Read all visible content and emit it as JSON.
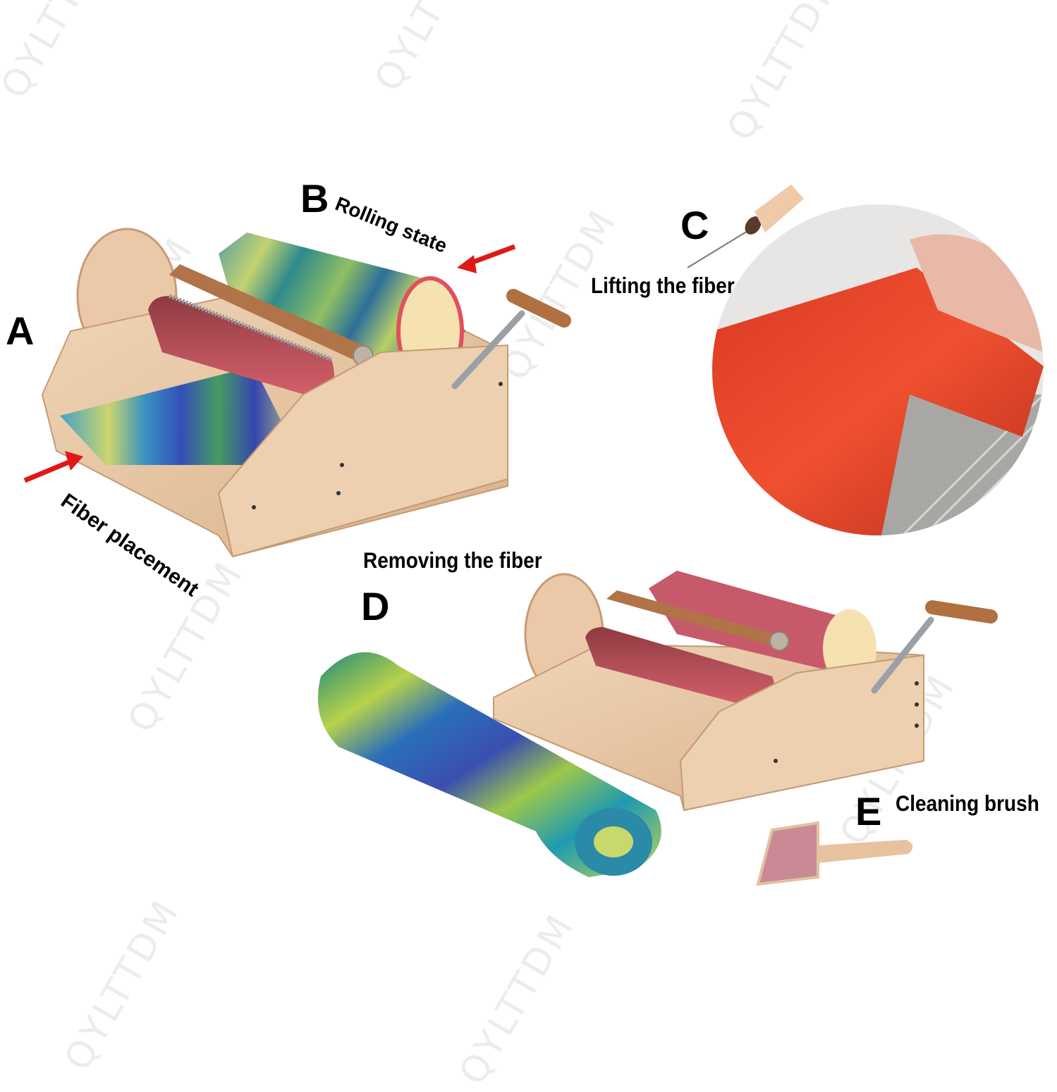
{
  "watermark": "QYLTTDM",
  "steps": [
    {
      "letter": "A",
      "label": "Fiber placement"
    },
    {
      "letter": "B",
      "label": "Rolling state"
    },
    {
      "letter": "C",
      "label": "Lifting the fiber"
    },
    {
      "letter": "D",
      "label": "Removing the fiber"
    },
    {
      "letter": "E",
      "label": "Cleaning brush"
    }
  ],
  "colors": {
    "arrow": "#e01818",
    "wood": "#e8c9a6",
    "wood_dark": "#c9a07a",
    "drum_red": "#b84a55",
    "fiber_red": "#e8452a",
    "fiber_blue": "#2a5fc0",
    "fiber_green": "#3a9a5a",
    "fiber_yellow": "#c8d860",
    "fiber_teal": "#1f95b5"
  }
}
